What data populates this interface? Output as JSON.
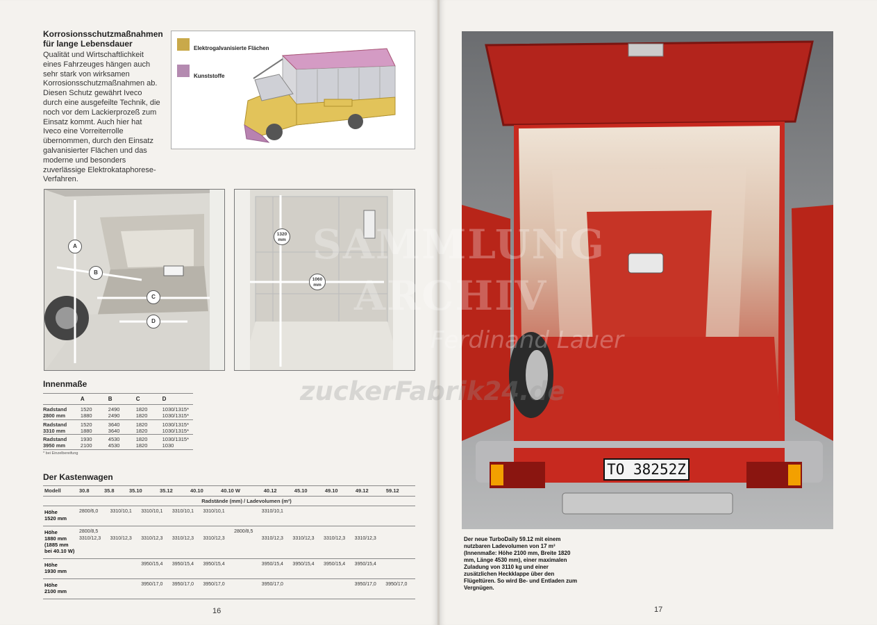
{
  "left_page": {
    "heading": "Korrosionsschutzmaßnahmen für lange Lebensdauer",
    "body": "Qualität und Wirtschaftlichkeit eines Fahrzeuges hängen auch sehr stark von wirksamen Korrosionsschutzmaßnahmen ab. Diesen Schutz gewährt Iveco durch eine ausgefeilte Technik, die noch vor dem Lackierprozeß zum Einsatz kommt. Auch hier hat Iveco eine Vorreiterrolle übernommen, durch den Einsatz galvanisierter Flächen und das moderne und besonders zuverlässige Elektrokataphorese-Verfahren.",
    "legend": [
      {
        "label": "Elektrogalvanisierte Flächen",
        "color": "#c9a94a"
      },
      {
        "label": "Kunststoffe",
        "color": "#b48ab0"
      }
    ],
    "photo_markers": [
      "A",
      "B",
      "C",
      "D"
    ],
    "height_label": {
      "value": "1320",
      "unit": "mm"
    },
    "width_label": {
      "value": "1060",
      "unit": "mm"
    },
    "page_number": "16"
  },
  "innenmasse": {
    "title": "Innenmaße",
    "headers": [
      "",
      "A",
      "B",
      "C",
      "D"
    ],
    "groups": [
      {
        "label1": "Radstand",
        "label2": "2800 mm",
        "rows": [
          [
            "1520",
            "2490",
            "1820",
            "1030/1315*"
          ],
          [
            "1880",
            "2490",
            "1820",
            "1030/1315*"
          ]
        ]
      },
      {
        "label1": "Radstand",
        "label2": "3310 mm",
        "rows": [
          [
            "1520",
            "3640",
            "1820",
            "1030/1315*"
          ],
          [
            "1880",
            "3640",
            "1820",
            "1030/1315*"
          ]
        ]
      },
      {
        "label1": "Radstand",
        "label2": "3950 mm",
        "rows": [
          [
            "1930",
            "4530",
            "1820",
            "1030/1315*"
          ],
          [
            "2100",
            "4530",
            "1820",
            "1030"
          ]
        ]
      }
    ],
    "footnote": "* bei Einzelbereifung"
  },
  "kastenwagen": {
    "title": "Der Kastenwagen",
    "model_header": "Modell",
    "models": [
      "30.8",
      "35.8",
      "35.10",
      "35.12",
      "40.10",
      "40.10 W",
      "40.12",
      "45.10",
      "49.10",
      "49.12",
      "59.12"
    ],
    "subheader": "Radstände (mm) / Ladevolumen (m³)",
    "rows": [
      {
        "label": [
          "Höhe",
          "1520 mm"
        ],
        "cells": [
          [
            "2800/6,0"
          ],
          [
            "3310/10,1"
          ],
          [
            "3310/10,1"
          ],
          [
            "3310/10,1"
          ],
          [
            "3310/10,1"
          ],
          [],
          [
            "3310/10,1"
          ],
          [],
          [],
          [],
          []
        ]
      },
      {
        "label": [
          "Höhe",
          "1880 mm",
          "(1885 mm",
          "bei 40.10 W)"
        ],
        "cells": [
          [
            "2800/8,5",
            "3310/12,3"
          ],
          [
            "",
            "3310/12,3"
          ],
          [
            "",
            "3310/12,3"
          ],
          [
            "",
            "3310/12,3"
          ],
          [
            "",
            "3310/12,3"
          ],
          [
            "2800/8,5"
          ],
          [
            "",
            "3310/12,3"
          ],
          [
            "",
            "3310/12,3"
          ],
          [
            "",
            "3310/12,3"
          ],
          [
            "",
            "3310/12,3"
          ],
          []
        ]
      },
      {
        "label": [
          "Höhe",
          "1930 mm"
        ],
        "cells": [
          [],
          [],
          [
            "3950/15,4"
          ],
          [
            "3950/15,4"
          ],
          [
            "3950/15,4"
          ],
          [],
          [
            "3950/15,4"
          ],
          [
            "3950/15,4"
          ],
          [
            "3950/15,4"
          ],
          [
            "3950/15,4"
          ],
          []
        ]
      },
      {
        "label": [
          "Höhe",
          "2100 mm"
        ],
        "cells": [
          [],
          [],
          [
            "3950/17,0"
          ],
          [
            "3950/17,0"
          ],
          [
            "3950/17,0"
          ],
          [],
          [
            "3950/17,0"
          ],
          [],
          [],
          [
            "3950/17,0"
          ],
          [
            "3950/17,0"
          ]
        ]
      }
    ]
  },
  "right_page": {
    "caption": "Der neue TurboDaily 59.12 mit einem nutzbaren Ladevolumen von 17 m³ (Innenmaße: Höhe 2100 mm, Breite 1820 mm, Länge 4530 mm), einer maximalen Zuladung von 3110 kg und einer zusätzlichen Heckklappe über den Flügeltüren. So wird Be- und Entladen zum Vergnügen.",
    "license_plate": "TO 38252Z",
    "page_number": "17"
  },
  "watermark": {
    "line1": "SAMMLUNG",
    "line2": "ARCHIV",
    "line3": "Ferdinand Lauer",
    "line4": "zuckerFabrik24.de"
  }
}
